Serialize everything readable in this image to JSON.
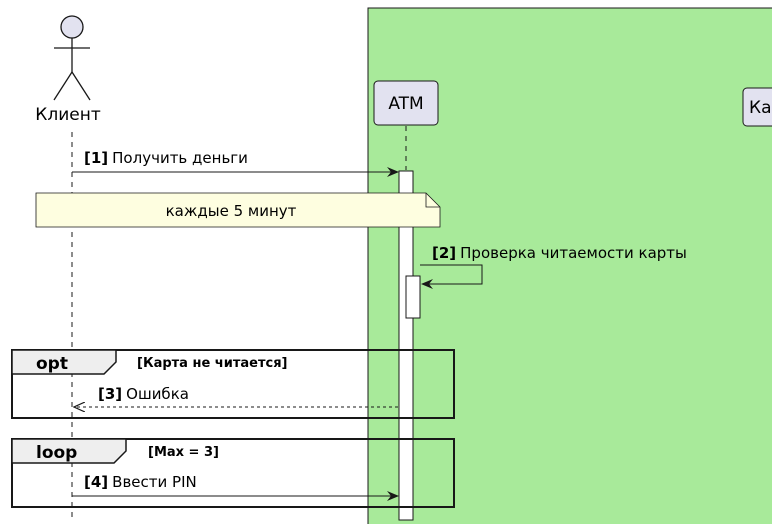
{
  "participants": {
    "client": "Клиент",
    "atm": "ATM",
    "card_partial": "Ка"
  },
  "messages": [
    {
      "num": "[1]",
      "text": "Получить деньги"
    },
    {
      "num": "[2]",
      "text": "Проверка читаемости карты"
    },
    {
      "num": "[3]",
      "text": "Ошибка"
    },
    {
      "num": "[4]",
      "text": "Ввести PIN"
    }
  ],
  "note": {
    "text": "каждые 5 минут"
  },
  "frames": [
    {
      "type": "opt",
      "condition": "[Карта не читается]"
    },
    {
      "type": "loop",
      "condition": "[Max = 3]"
    }
  ],
  "colors": {
    "box_fill": "#a8ea9a",
    "participant_fill": "#e2e2f0",
    "note_fill": "#fefee0",
    "frame_tab_fill": "#eeeeee"
  }
}
